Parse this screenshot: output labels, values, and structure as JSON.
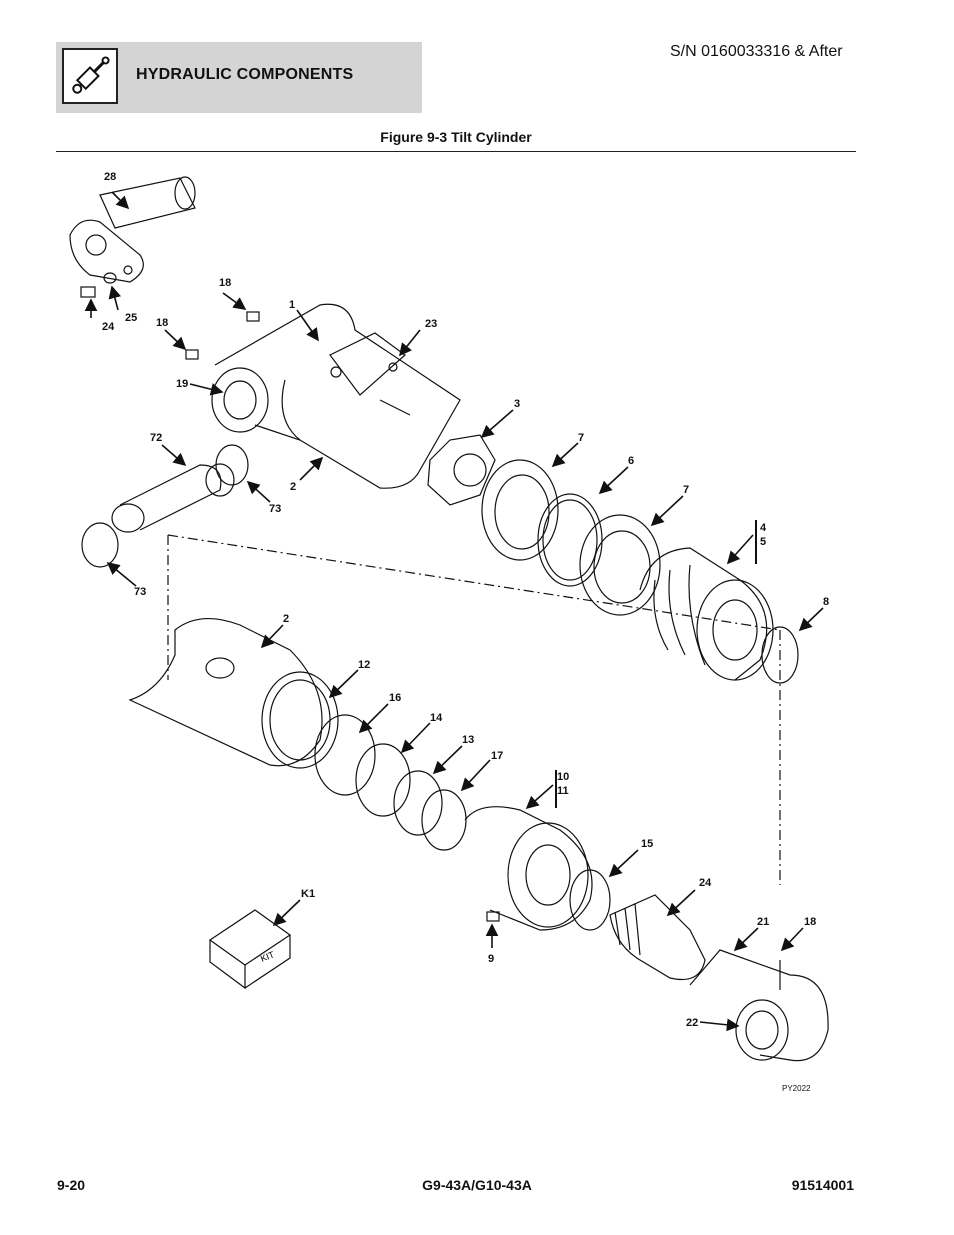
{
  "header": {
    "section_title": "HYDRAULIC COMPONENTS",
    "serial": "S/N 0160033316 & After"
  },
  "figure": {
    "title": "Figure 9-3 Tilt Cylinder",
    "drawing_code": "PY2022",
    "kit_label": "KIT",
    "callouts": [
      "28",
      "18",
      "1",
      "23",
      "24",
      "25",
      "18",
      "19",
      "3",
      "7",
      "6",
      "72",
      "73",
      "2",
      "7",
      "4",
      "5",
      "73",
      "8",
      "2",
      "12",
      "16",
      "14",
      "13",
      "17",
      "10",
      "11",
      "15",
      "24",
      "21",
      "18",
      "K1",
      "9",
      "22"
    ]
  },
  "footer": {
    "page": "9-20",
    "model": "G9-43A/G10-43A",
    "doc_number": "91514001"
  }
}
